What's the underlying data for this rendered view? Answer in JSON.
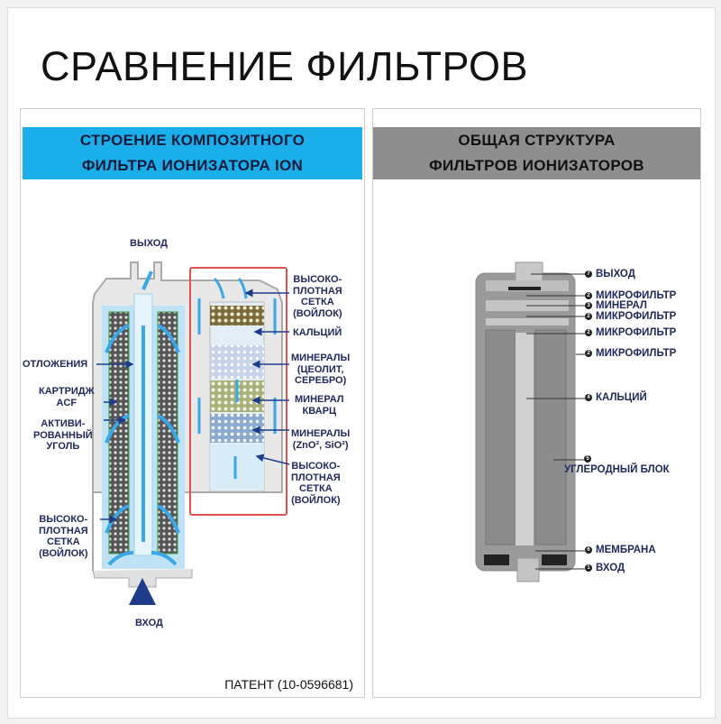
{
  "title": "СРАВНЕНИЕ ФИЛЬТРОВ",
  "left_panel": {
    "header_line1": "СТРОЕНИЕ КОМПОЗИТНОГО",
    "header_line2": "ФИЛЬТРА ИОНИЗАТОРА  ION",
    "labels": {
      "out": "ВЫХОД",
      "in": "ВХОД",
      "deposits": "ОТЛОЖЕНИЯ",
      "acf": "КАРТРИДЖ\nACF",
      "carbon": "АКТИВИ-\nРОВАННЫЙ\nУГОЛЬ",
      "felt_left": "ВЫСОКО-\nПЛОТНАЯ\nСЕТКА\n(ВОЙЛОК)",
      "felt_top": "ВЫСОКО-\nПЛОТНАЯ\nСЕТКА\n(ВОЙЛОК)",
      "calcium": "КАЛЬЦИЙ",
      "minerals_zeolite": "МИНЕРАЛЫ\n(ЦЕОЛИТ,\nСЕРЕБРО)",
      "quartz": "МИНЕРАЛ\nКВАРЦ",
      "minerals_zno": "МИНЕРАЛЫ\n(ZnO², SiO²)",
      "felt_bottom": "ВЫСОКО-\nПЛОТНАЯ\nСЕТКА\n(ВОЙЛОК)"
    },
    "patent": "ПАТЕНТ (10-0596681)"
  },
  "right_panel": {
    "header_line1": "ОБЩАЯ СТРУКТУРА",
    "header_line2": "ФИЛЬТРОВ ИОНИЗАТОРОВ",
    "labels": [
      {
        "num": "7",
        "text": "ВЫХОД"
      },
      {
        "num": "2",
        "text": "МИКРОФИЛЬТР"
      },
      {
        "num": "3",
        "text": "МИНЕРАЛ"
      },
      {
        "num": "2",
        "text": "МИКРОФИЛЬТР"
      },
      {
        "num": "2",
        "text": "МИКРОФИЛЬТР"
      },
      {
        "num": "2",
        "text": "МИКРОФИЛЬТР"
      },
      {
        "num": "4",
        "text": "КАЛЬЦИЙ"
      },
      {
        "num": "5",
        "text": "УГЛЕРОДНЫЙ БЛОК"
      },
      {
        "num": "6",
        "text": "МЕМБРАНА"
      },
      {
        "num": "1",
        "text": "ВХОД"
      }
    ]
  },
  "colors": {
    "blue_header": "#1aaeea",
    "gray_header": "#8e8e8e",
    "label": "#222a5c",
    "water": "#3aa8e8",
    "highlight": "#e05050"
  }
}
